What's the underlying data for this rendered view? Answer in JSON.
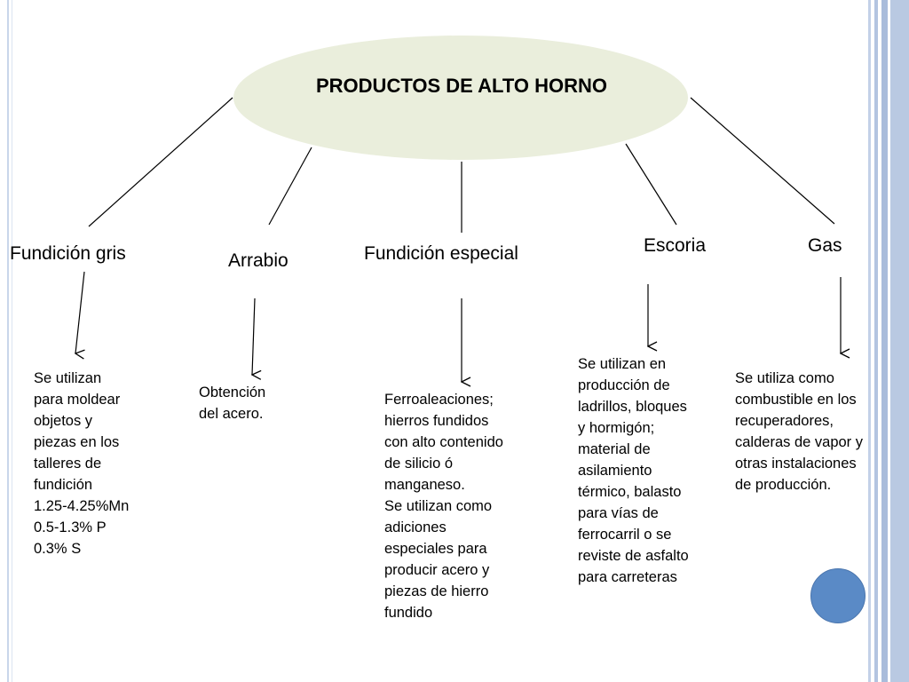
{
  "title": "PRODUCTOS DE ALTO HORNO",
  "products": [
    {
      "name": "Fundición gris",
      "description": "Se utilizan\npara moldear\nobjetos y\npiezas en los\ntalleres de\nfundición\n1.25-4.25%Mn\n0.5-1.3% P\n0.3% S"
    },
    {
      "name": "Arrabio",
      "description": "Obtención\ndel acero."
    },
    {
      "name": "Fundición especial",
      "description": "Ferroaleaciones;\nhierros fundidos\ncon alto contenido\nde silicio ó\nmanganeso.\nSe utilizan como\nadiciones\nespeciales para\nproducir acero y\npiezas de hierro\nfundido"
    },
    {
      "name": "Escoria",
      "description": "Se utilizan en\nproducción de\nladrillos, bloques\ny hormigón;\nmaterial de\nasilamiento\ntérmico, balasto\npara vías de\nferrocarril o se\nreviste de asfalto\npara carreteras"
    },
    {
      "name": "Gas",
      "description": "Se utiliza como\ncombustible en los\nrecuperadores,\ncalderas de vapor y\notras instalaciones\nde producción."
    }
  ],
  "colors": {
    "ellipse": "#eaeedc",
    "frame": "#b9c9e2",
    "dot": "#5a8ac6"
  }
}
